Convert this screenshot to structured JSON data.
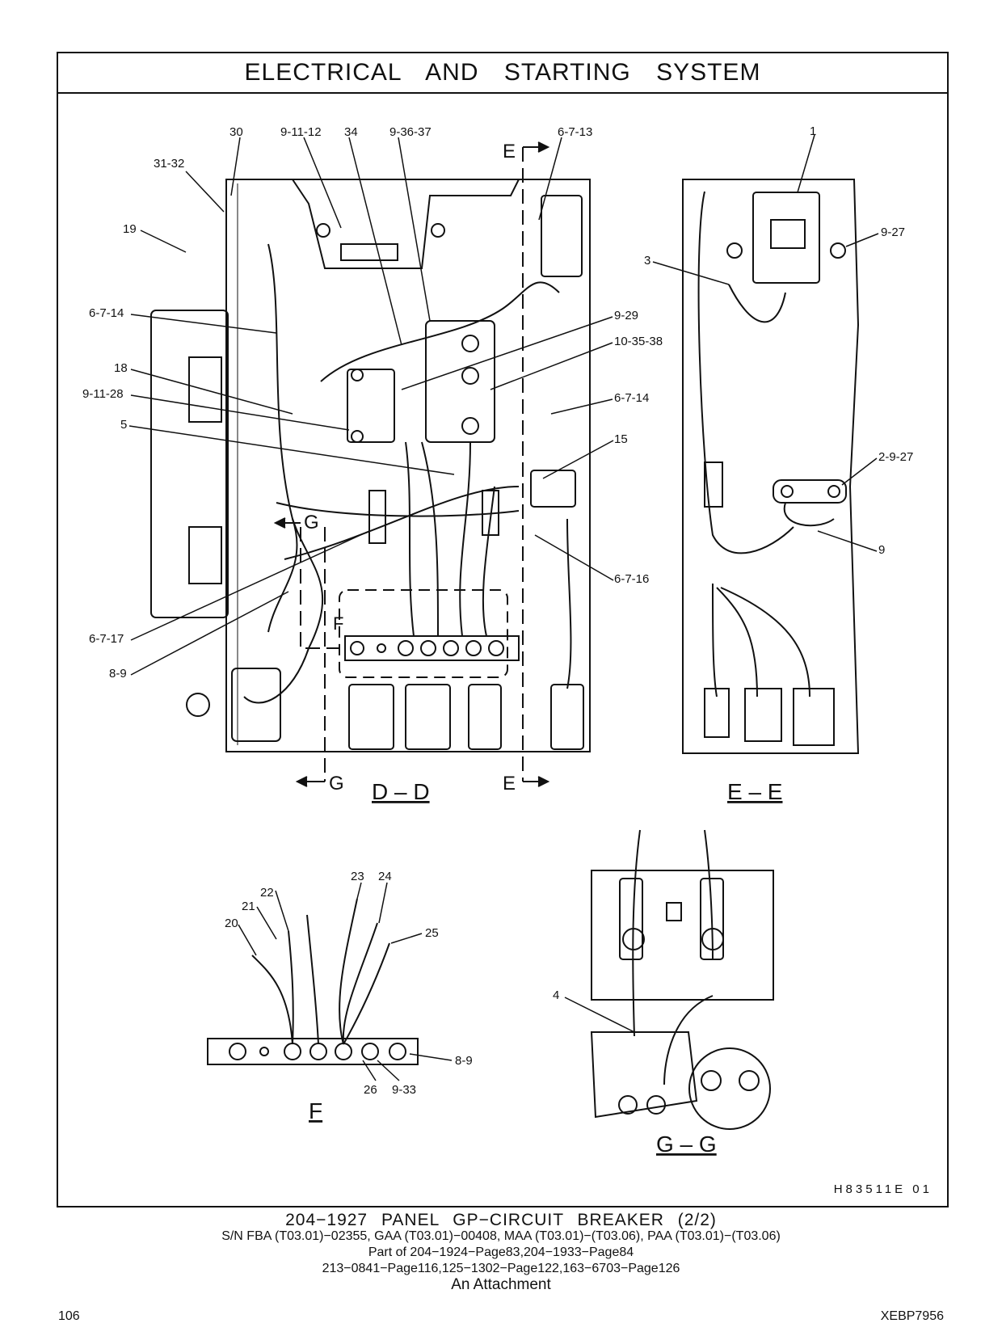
{
  "title": "ELECTRICAL AND STARTING SYSTEM",
  "callouts": {
    "c30": "30",
    "c9_11_12": "9-11-12",
    "c34": "34",
    "c9_36_37": "9-36-37",
    "c6_7_13": "6-7-13",
    "c1": "1",
    "c31_32": "31-32",
    "c19": "19",
    "c9_27": "9-27",
    "c3": "3",
    "c6_7_14a": "6-7-14",
    "c9_29": "9-29",
    "c10_35_38": "10-35-38",
    "c18": "18",
    "c9_11_28": "9-11-28",
    "c6_7_14b": "6-7-14",
    "c5": "5",
    "c15": "15",
    "c2_9_27": "2-9-27",
    "c9": "9",
    "c6_7_16": "6-7-16",
    "c6_7_17": "6-7-17",
    "c8_9a": "8-9",
    "c23": "23",
    "c24": "24",
    "c22": "22",
    "c21": "21",
    "c20": "20",
    "c25": "25",
    "c8_9b": "8-9",
    "c26": "26",
    "c9_33": "9-33",
    "c4": "4"
  },
  "markers": {
    "e": "E",
    "g": "G",
    "f": "F"
  },
  "sections": {
    "dd": "D – D",
    "ee": "E – E",
    "f": "F",
    "gg": "G – G"
  },
  "drawing_code": "H83511E   01",
  "caption": {
    "line1": "204−1927  PANEL GP−CIRCUIT BREAKER (2/2)",
    "line2": "S/N FBA (T03.01)−02355, GAA (T03.01)−00408, MAA (T03.01)−(T03.06), PAA (T03.01)−(T03.06)",
    "line3": "Part of 204−1924−Page83,204−1933−Page84",
    "line4": "213−0841−Page116,125−1302−Page122,163−6703−Page126",
    "line5": "An Attachment"
  },
  "page_number": "106",
  "doc_number": "XEBP7956"
}
